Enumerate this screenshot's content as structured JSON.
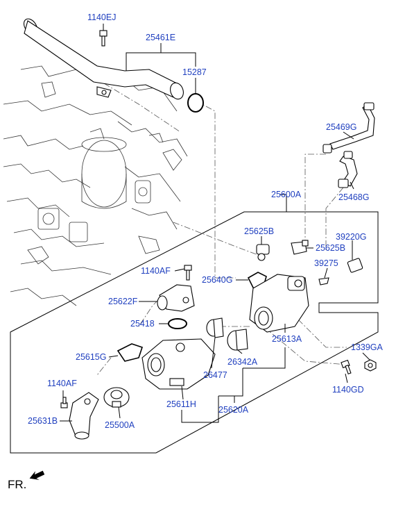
{
  "diagram": {
    "labels": {
      "p1140EJ": "1140EJ",
      "p25461E": "25461E",
      "p15287": "15287",
      "p25469G": "25469G",
      "p25468G": "25468G",
      "p25600A": "25600A",
      "p25625B_a": "25625B",
      "p25625B_b": "25625B",
      "p39220G": "39220G",
      "p39275": "39275",
      "p1140AF_a": "1140AF",
      "p25640G": "25640G",
      "p25622F": "25622F",
      "p25418": "25418",
      "p25613A": "25613A",
      "p1339GA": "1339GA",
      "p25615G": "25615G",
      "p26342A": "26342A",
      "p1140GD": "1140GD",
      "p26477": "26477",
      "p1140AF_b": "1140AF",
      "p25611H": "25611H",
      "p25631B": "25631B",
      "p25500A": "25500A",
      "p25620A": "25620A"
    },
    "direction_label": "FR."
  }
}
